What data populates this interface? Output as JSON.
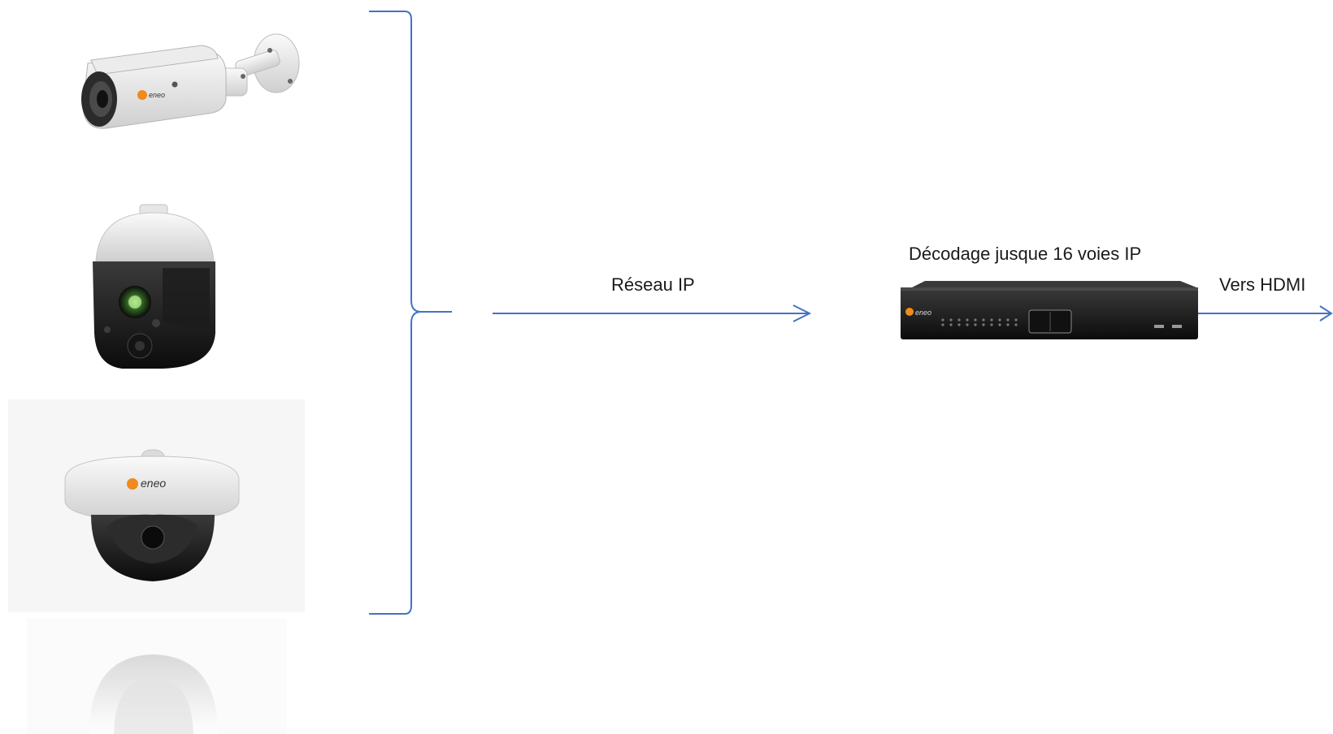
{
  "labels": {
    "network": "Réseau IP",
    "decoder": "Décodage jusque 16 voies IP",
    "hdmi": "Vers HDMI"
  },
  "brand": {
    "camera_logo": "eneo",
    "decoder_logo": "eneo"
  },
  "colors": {
    "connector": "#4472c4",
    "text": "#1a1a1a",
    "brand_orange": "#f08a1c"
  },
  "devices": [
    {
      "kind": "bullet-camera-icon"
    },
    {
      "kind": "ptz-dome-camera-icon"
    },
    {
      "kind": "dome-camera-icon"
    },
    {
      "kind": "decoder-box-icon"
    }
  ]
}
